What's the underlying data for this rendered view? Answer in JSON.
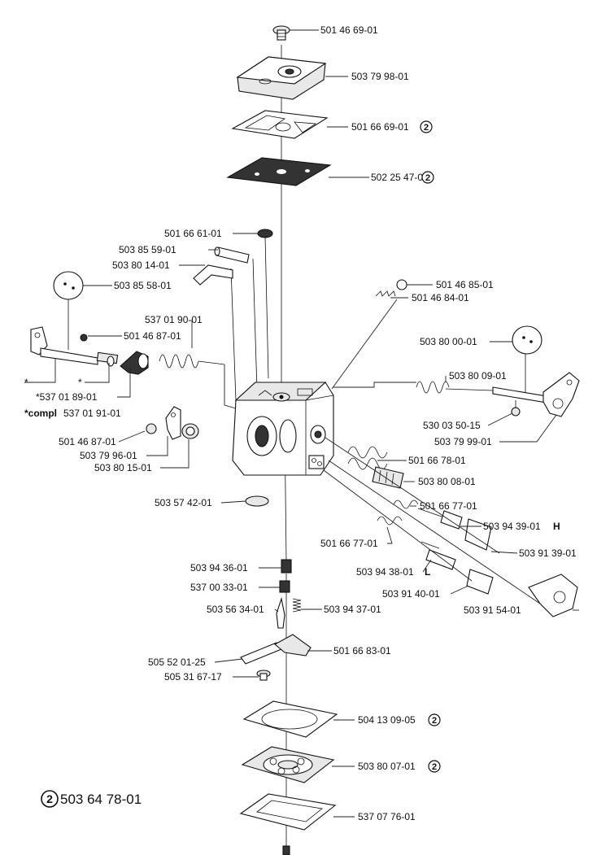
{
  "parts": {
    "p01": "501 46 69-01",
    "p02": "503 79 98-01",
    "p03": "501 66 69-01",
    "p04": "502 25 47-01",
    "p05": "501 66 61-01",
    "p06": "503 85 59-01",
    "p07": "503 80 14-01",
    "p08": "503 85 58-01",
    "p09": "501 46 85-01",
    "p10": "501 46 84-01",
    "p11": "537 01 90-01",
    "p12": "501 46 87-01",
    "p13": "503 80 00-01",
    "p14": "503 80 09-01",
    "p15": "*537 01 89-01",
    "p16": "*compl",
    "p16b": "537 01 91-01",
    "p17": "530 03 50-15",
    "p18": "501 46 87-01",
    "p19": "503 79 99-01",
    "p20": "503 79 96-01",
    "p21": "503 80 15-01",
    "p22": "501 66 78-01",
    "p23": "503 80 08-01",
    "p24": "503 57 42-01",
    "p25": "501 66 77-01",
    "p26": "503 94 39-01",
    "p26s": "H",
    "p27": "501 66 77-01",
    "p28": "503 91 39-01",
    "p29": "503 94 36-01",
    "p30": "503 94 38-01",
    "p30s": "L",
    "p31": "537 00 33-01",
    "p32": "503 91 40-01",
    "p33": "503 91 54-01",
    "p34": "503 56 34-01",
    "p35": "503 94 37-01",
    "p36": "501 66 83-01",
    "p37": "505 52 01-25",
    "p38": "505 31 67-17",
    "p39": "504 13 09-05",
    "p40": "503 80 07-01",
    "p41": "537 07 76-01",
    "star1": "*",
    "star2": "*"
  },
  "kit_marker": "2",
  "legend": {
    "marker": "2",
    "kit_number": "503 64 78-01"
  }
}
